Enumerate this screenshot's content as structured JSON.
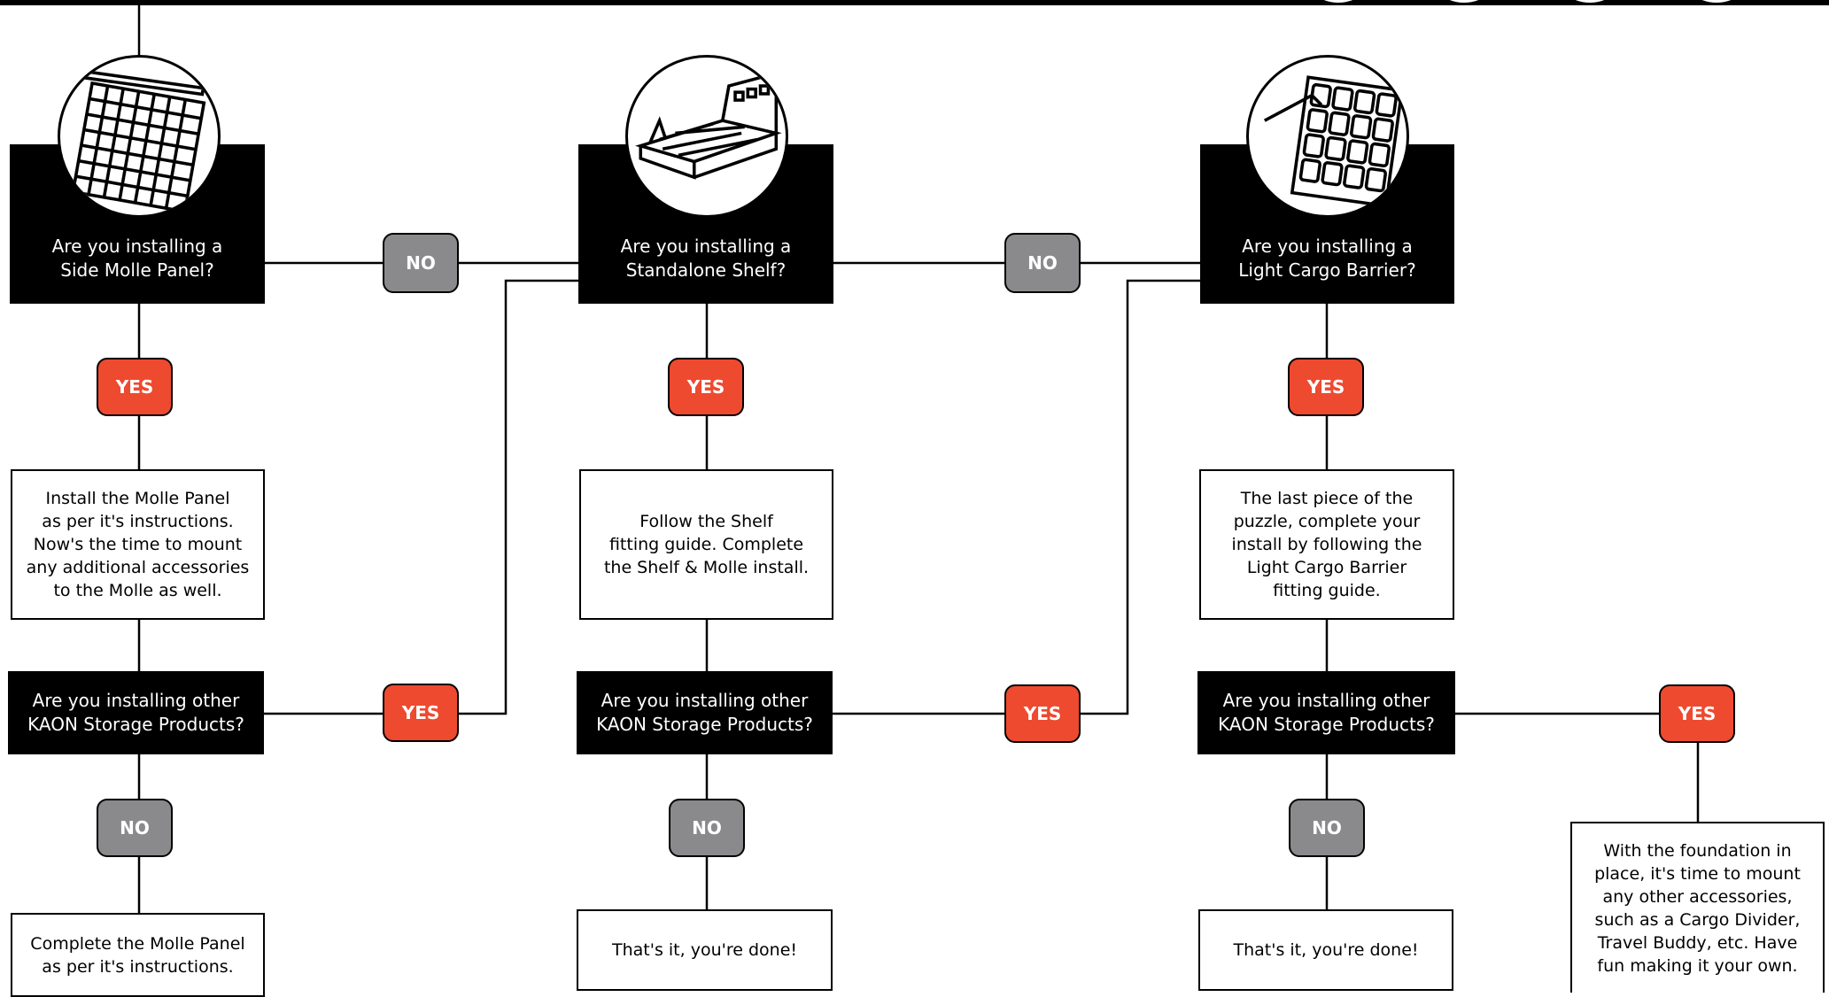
{
  "colors": {
    "yes": "#ee4a2f",
    "no": "#8a8a8c",
    "question_bg": "#000000",
    "line": "#000000"
  },
  "labels": {
    "yes": "YES",
    "no": "NO"
  },
  "icons": {
    "col1": "side-molle-panel-illustration",
    "col2": "standalone-shelf-illustration",
    "col3": "light-cargo-barrier-illustration"
  },
  "flow": {
    "col1": {
      "q1": "Are you installing a\nSide Molle Panel?",
      "action": "Install the Molle Panel\nas per it's instructions.\nNow's the time to mount\nany additional accessories\nto the Molle as well.",
      "q2": "Are you installing other\nKAON Storage Products?",
      "end": "Complete the Molle Panel\nas per it's instructions."
    },
    "col2": {
      "q1": "Are you installing a\nStandalone Shelf?",
      "action": "Follow the Shelf\nfitting guide. Complete\nthe Shelf & Molle install.",
      "q2": "Are you installing other\nKAON Storage Products?",
      "end": "That's it, you're done!"
    },
    "col3": {
      "q1": "Are you installing a\nLight Cargo Barrier?",
      "action": "The last piece of the\npuzzle, complete your\ninstall by following the\nLight Cargo Barrier\nfitting guide.",
      "q2": "Are you installing other\nKAON Storage Products?",
      "end": "That's it, you're done!"
    },
    "col4": {
      "end": "With the foundation in\nplace, it's time to mount\nany other accessories,\nsuch as a Cargo Divider,\nTravel Buddy, etc. Have\nfun making it your own."
    }
  }
}
